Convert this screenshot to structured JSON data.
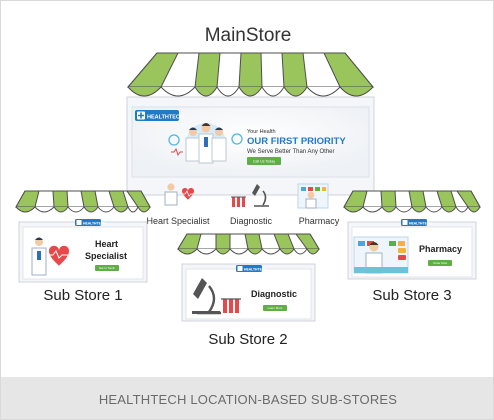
{
  "main_store": {
    "title": "MainStore",
    "brand": "HEALTHTECH",
    "hero_line1": "Your Health",
    "hero_line2": "OUR FIRST PRIORITY",
    "hero_line3": "We Serve Better Than Any Other",
    "hero_button": "Call Us Today",
    "categories": [
      "Heart Specialist",
      "Diagnostic",
      "Pharmacy"
    ]
  },
  "sub_stores": [
    {
      "label": "Sub Store 1",
      "brand": "HEALTHTECH",
      "heading_line1": "Heart",
      "heading_line2": "Specialist",
      "button": "Get In Touch"
    },
    {
      "label": "Sub Store 2",
      "brand": "HEALTHTECH",
      "heading_line1": "Diagnostic",
      "heading_line2": "",
      "button": "Learn More"
    },
    {
      "label": "Sub Store 3",
      "brand": "HEALTHTECH",
      "heading_line1": "Pharmacy",
      "heading_line2": "",
      "button": "Order Now"
    }
  ],
  "footer": {
    "caption": "HEALTHTECH LOCATION-BASED SUB-STORES"
  },
  "colors": {
    "awning_green": "#9ac45c",
    "awning_outline": "#4e4e4e",
    "frame_gray": "#e9ecf1",
    "brand_blue": "#1f7ac8",
    "accent_red": "#e8484a",
    "button_green": "#5fae46",
    "footer_bg": "#e6e6e6"
  }
}
